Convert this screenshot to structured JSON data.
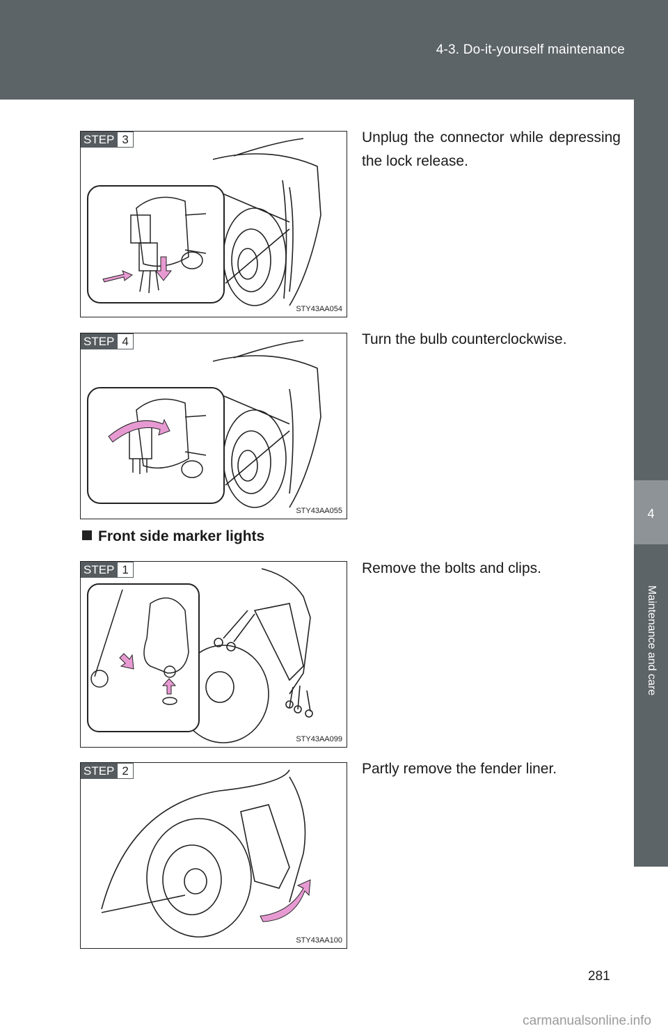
{
  "header": {
    "section_title": "4-3. Do-it-yourself maintenance"
  },
  "side_tab": {
    "chapter_number": "4",
    "chapter_title": "Maintenance and care"
  },
  "steps": [
    {
      "step_word": "STEP",
      "step_number": "3",
      "figure_code": "STY43AA054",
      "instruction": "Unplug the connector while depressing the lock release."
    },
    {
      "step_word": "STEP",
      "step_number": "4",
      "figure_code": "STY43AA055",
      "instruction": "Turn the bulb counterclockwise."
    },
    {
      "step_word": "STEP",
      "step_number": "1",
      "figure_code": "STY43AA099",
      "instruction": "Remove the bolts and clips."
    },
    {
      "step_word": "STEP",
      "step_number": "2",
      "figure_code": "STY43AA100",
      "instruction": "Partly remove the fender liner."
    }
  ],
  "section": {
    "heading": "Front side marker lights"
  },
  "page_number": "281",
  "watermark": "carmanualsonline.info",
  "colors": {
    "header_bg": "#5d6468",
    "tab_number_bg": "#8d9396",
    "arrow_pink": "#e79ad2"
  }
}
